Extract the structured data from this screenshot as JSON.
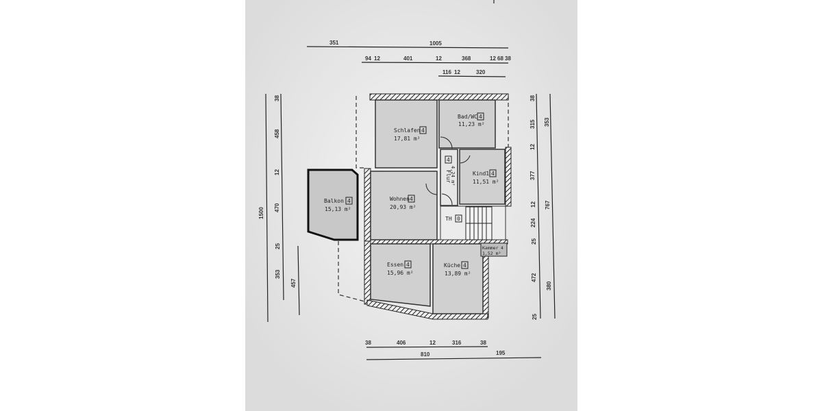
{
  "rooms": {
    "schlafen": {
      "name": "Schlafen",
      "category": "4",
      "area": "17,81 m²"
    },
    "bad": {
      "name": "Bad/WC",
      "category": "4",
      "area": "11,23 m²"
    },
    "flur": {
      "name": "Flur",
      "category": "4",
      "area": "4,24 m²"
    },
    "kind": {
      "name": "Kind1",
      "category": "4",
      "area": "11,51 m²"
    },
    "wohnen": {
      "name": "Wohnen",
      "category": "4",
      "area": "20,93 m²"
    },
    "balkon": {
      "name": "Balkon",
      "category": "4",
      "area": "15,13 m²"
    },
    "th": {
      "name": "TH",
      "category": "0"
    },
    "kammer": {
      "name": "Kammer",
      "category": "4",
      "area": "1,52 m²"
    },
    "essen": {
      "name": "Essen",
      "category": "4",
      "area": "15,96 m²"
    },
    "kueche": {
      "name": "Küche",
      "category": "4",
      "area": "13,89 m²"
    }
  },
  "dimensions": {
    "top_row1": [
      "351",
      "1005"
    ],
    "top_row2": [
      "94",
      "12",
      "401",
      "12",
      "368",
      "12",
      "68",
      "38"
    ],
    "top_row3": [
      "116",
      "12",
      "320"
    ],
    "left_outer": [
      "1500"
    ],
    "left_inner": [
      "38",
      "458",
      "12",
      "470",
      "25",
      "353"
    ],
    "left_short": [
      "457"
    ],
    "right_inner": [
      "38",
      "315",
      "12",
      "377",
      "12",
      "224",
      "25",
      "472",
      "25"
    ],
    "right_outer": [
      "353",
      "767",
      "380"
    ],
    "bottom_row1": [
      "38",
      "406",
      "12",
      "316",
      "38"
    ],
    "bottom_row2": [
      "810",
      "195"
    ]
  },
  "colors": {
    "paper": "#e3e3e3",
    "room": "#cfcfcf",
    "wall": "#7a7a7a"
  }
}
